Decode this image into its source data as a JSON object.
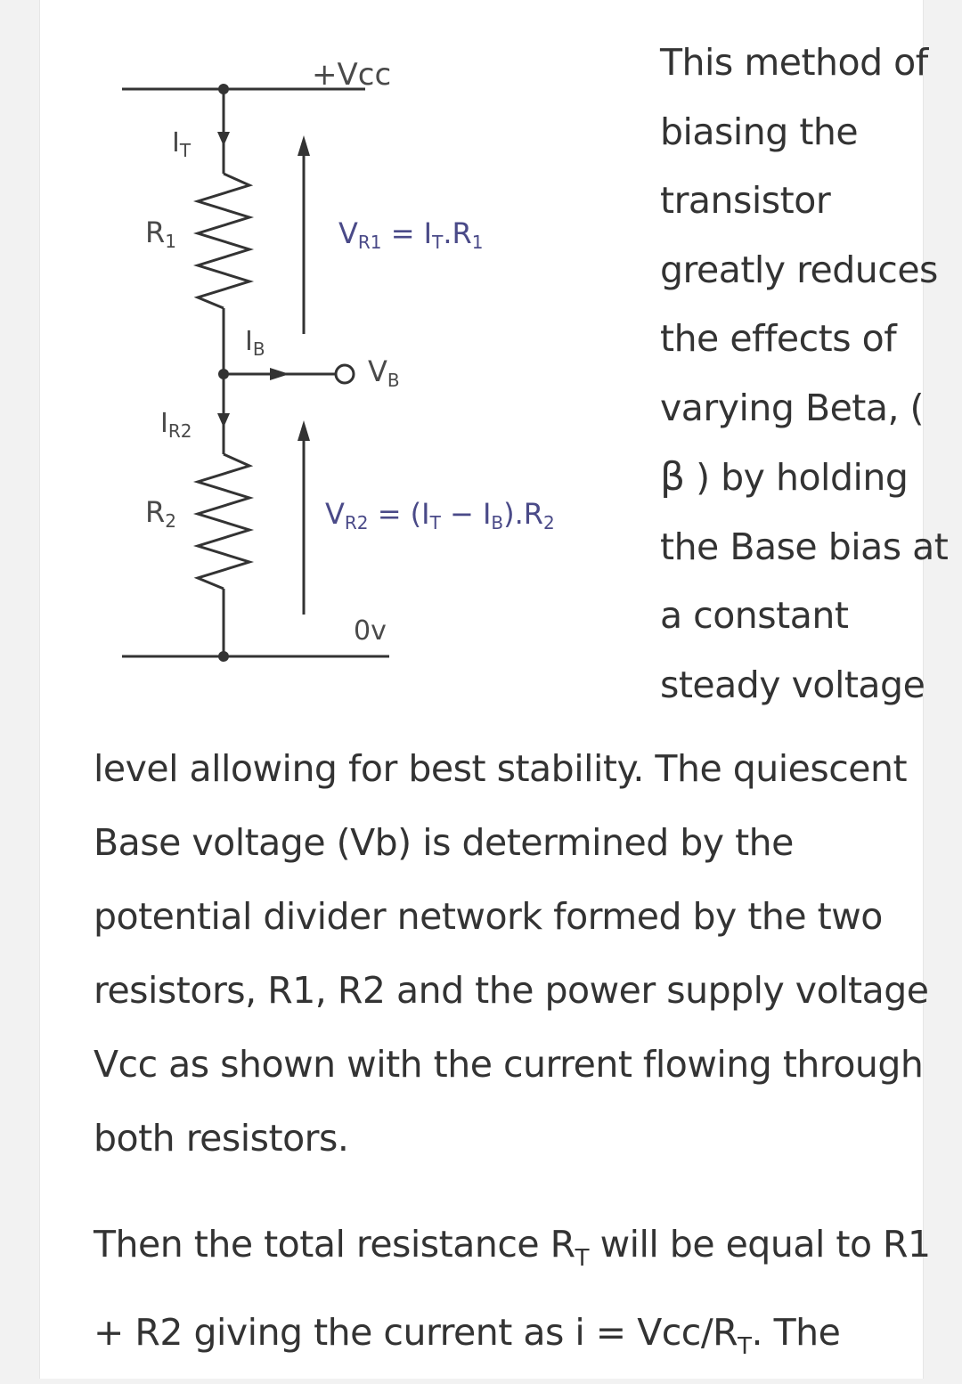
{
  "diagram": {
    "vcc": "+Vcc",
    "it": "I",
    "it_sub": "T",
    "r1": "R",
    "r1_sub": "1",
    "vr1": "V",
    "vr1_sub": "R1",
    "vr1_eq": " = I",
    "vr1_eq_sub": "T",
    "vr1_tail": ".R",
    "vr1_tail_sub": "1",
    "ib": "I",
    "ib_sub": "B",
    "vb": "V",
    "vb_sub": "B",
    "ir2": "I",
    "ir2_sub": "R2",
    "r2": "R",
    "r2_sub": "2",
    "vr2": "V",
    "vr2_sub": "R2",
    "vr2_eq": " = (I",
    "vr2_eq_sub1": "T",
    "vr2_mid": " − I",
    "vr2_eq_sub2": "B",
    "vr2_tail": ").R",
    "vr2_tail_sub": "2",
    "zero": "0v",
    "colors": {
      "line": "#333333",
      "label": "#4a4a4a",
      "formula": "#4a4a88"
    }
  },
  "side_text": "This method of biasing the transistor greatly reduces the effects of varying Beta, (",
  "beta_symbol": "β",
  "side_text_after": " ) by holding the Base bias at a constant steady voltage",
  "paragraph1": "level allowing for best stability. The quiescent Base voltage (Vb) is determined by the potential divider network formed by the two resistors, R1, R2 and the power supply voltage Vcc as shown with the current flowing through both resistors.",
  "paragraph2": {
    "part1": "Then the total resistance R",
    "sub1": "T",
    "part2": " will be equal to R1 + R2 giving the current as i = Vcc/R",
    "sub2": "T",
    "part3": ". The"
  }
}
